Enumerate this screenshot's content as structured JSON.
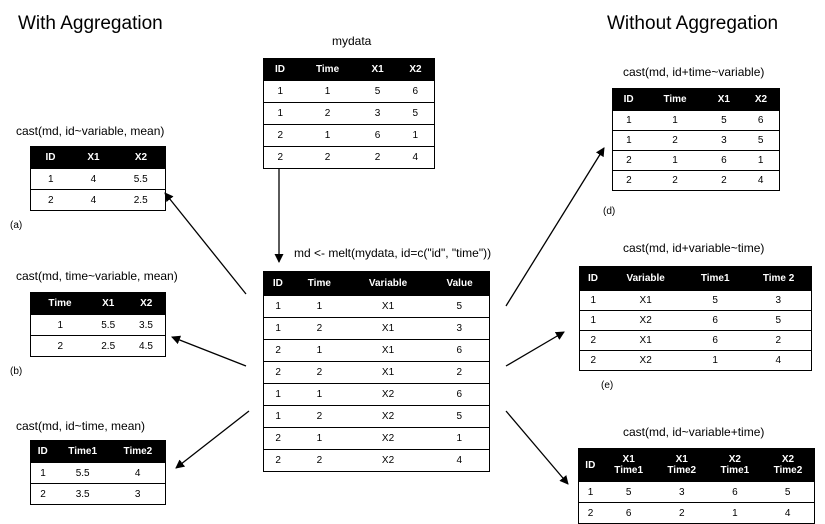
{
  "headings": {
    "left": "With Aggregation",
    "right": "Without Aggregation"
  },
  "tables": {
    "mydata": {
      "caption": "mydata",
      "headers": [
        "ID",
        "Time",
        "X1",
        "X2"
      ],
      "rows": [
        [
          "1",
          "1",
          "5",
          "6"
        ],
        [
          "1",
          "2",
          "3",
          "5"
        ],
        [
          "2",
          "1",
          "6",
          "1"
        ],
        [
          "2",
          "2",
          "2",
          "4"
        ]
      ]
    },
    "melted": {
      "caption": "md <- melt(mydata, id=c(\"id\", \"time\"))",
      "headers": [
        "ID",
        "Time",
        "Variable",
        "Value"
      ],
      "rows": [
        [
          "1",
          "1",
          "X1",
          "5"
        ],
        [
          "1",
          "2",
          "X1",
          "3"
        ],
        [
          "2",
          "1",
          "X1",
          "6"
        ],
        [
          "2",
          "2",
          "X1",
          "2"
        ],
        [
          "1",
          "1",
          "X2",
          "6"
        ],
        [
          "1",
          "2",
          "X2",
          "5"
        ],
        [
          "2",
          "1",
          "X2",
          "1"
        ],
        [
          "2",
          "2",
          "X2",
          "4"
        ]
      ]
    },
    "a": {
      "caption": "cast(md, id~variable, mean)",
      "label": "(a)",
      "headers": [
        "ID",
        "X1",
        "X2"
      ],
      "rows": [
        [
          "1",
          "4",
          "5.5"
        ],
        [
          "2",
          "4",
          "2.5"
        ]
      ]
    },
    "b": {
      "caption": "cast(md, time~variable, mean)",
      "label": "(b)",
      "headers": [
        "Time",
        "X1",
        "X2"
      ],
      "rows": [
        [
          "1",
          "5.5",
          "3.5"
        ],
        [
          "2",
          "2.5",
          "4.5"
        ]
      ]
    },
    "c": {
      "caption": "cast(md, id~time, mean)",
      "headers": [
        "ID",
        "Time1",
        "Time2"
      ],
      "rows": [
        [
          "1",
          "5.5",
          "4"
        ],
        [
          "2",
          "3.5",
          "3"
        ]
      ]
    },
    "d": {
      "caption": "cast(md, id+time~variable)",
      "label": "(d)",
      "headers": [
        "ID",
        "Time",
        "X1",
        "X2"
      ],
      "rows": [
        [
          "1",
          "1",
          "5",
          "6"
        ],
        [
          "1",
          "2",
          "3",
          "5"
        ],
        [
          "2",
          "1",
          "6",
          "1"
        ],
        [
          "2",
          "2",
          "2",
          "4"
        ]
      ]
    },
    "e": {
      "caption": "cast(md, id+variable~time)",
      "label": "(e)",
      "headers": [
        "ID",
        "Variable",
        "Time1",
        "Time 2"
      ],
      "rows": [
        [
          "1",
          "X1",
          "5",
          "3"
        ],
        [
          "1",
          "X2",
          "6",
          "5"
        ],
        [
          "2",
          "X1",
          "6",
          "2"
        ],
        [
          "2",
          "X2",
          "1",
          "4"
        ]
      ]
    },
    "f": {
      "caption": "cast(md, id~variable+time)",
      "headers": [
        "ID",
        "X1\nTime1",
        "X1\nTime2",
        "X2\nTime1",
        "X2\nTime2"
      ],
      "rows": [
        [
          "1",
          "5",
          "3",
          "6",
          "5"
        ],
        [
          "2",
          "6",
          "2",
          "1",
          "4"
        ]
      ]
    }
  }
}
